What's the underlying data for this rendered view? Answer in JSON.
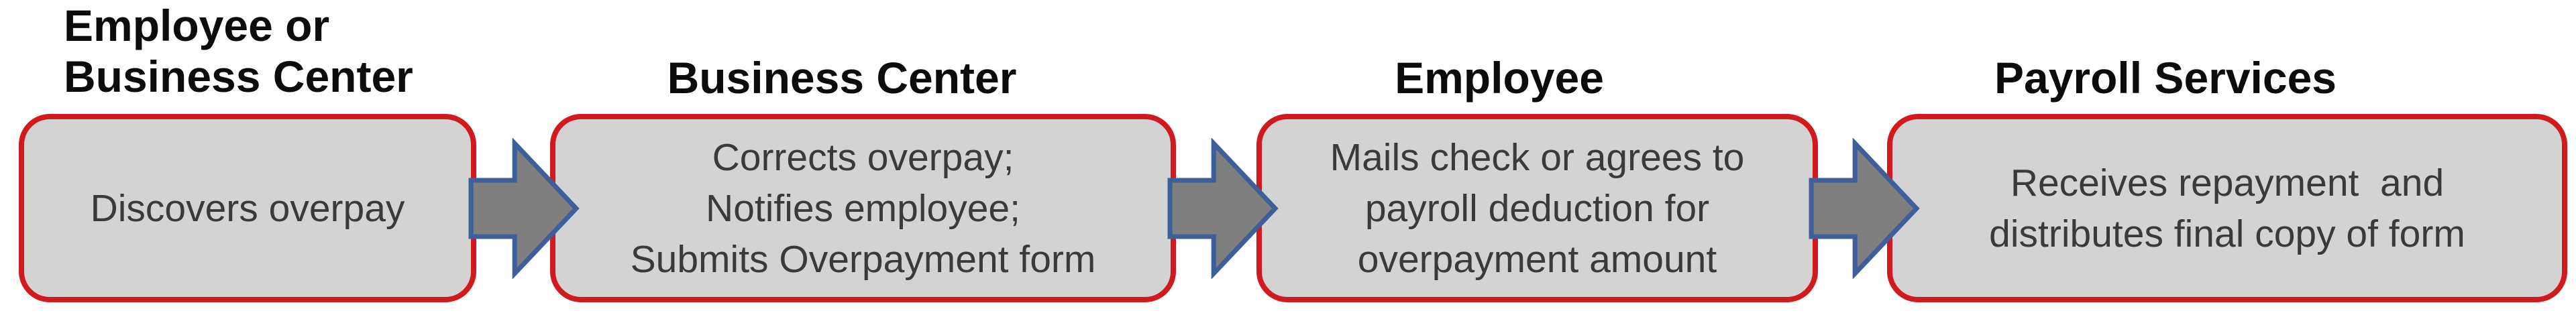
{
  "flow": {
    "steps": [
      {
        "header": "Employee or\nBusiness Center",
        "body": "Discovers overpay"
      },
      {
        "header": "Business Center",
        "body": "Corrects overpay;\nNotifies employee;\nSubmits Overpayment form"
      },
      {
        "header": "Employee",
        "body": "Mails check or agrees to\npayroll deduction for\noverpayment amount"
      },
      {
        "header": "Payroll Services",
        "body": "Receives repayment  and\ndistributes final copy of form"
      }
    ],
    "arrow_icon": "right-block-arrow"
  },
  "colors": {
    "box_fill": "#d4d3d3",
    "box_border": "#d01a1d",
    "arrow_fill": "#7f7f7f",
    "arrow_border": "#3e5f99",
    "header_text": "#0c0c0c",
    "box_text": "#3a3a3a",
    "page_bg": "#ffffff"
  }
}
